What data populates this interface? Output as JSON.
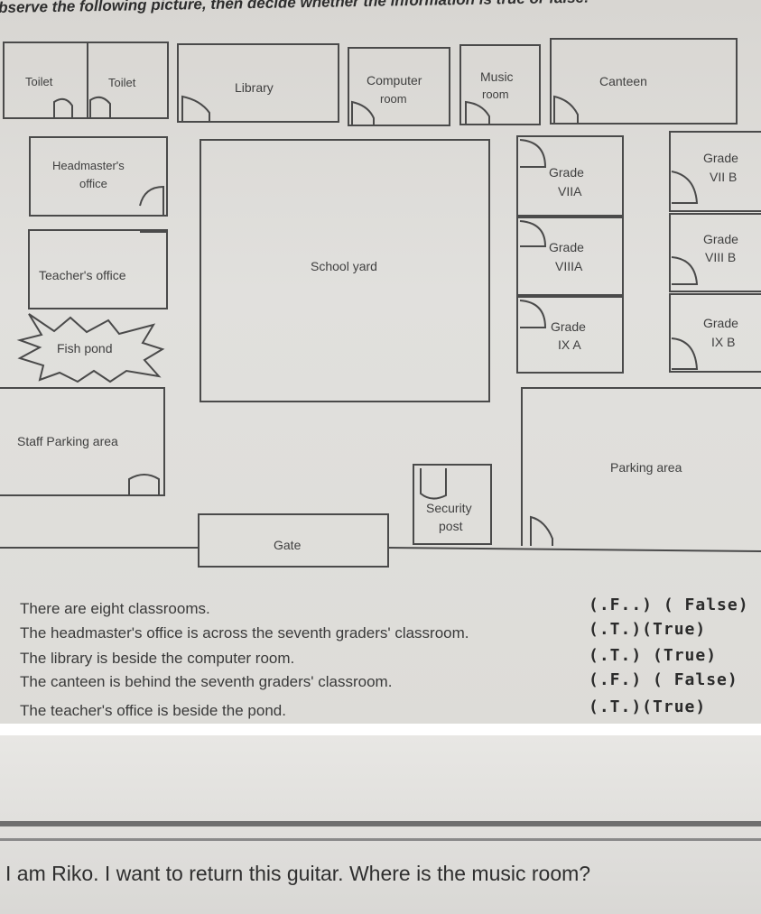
{
  "instruction": "bserve the following picture, then decide whether the information is true or false!",
  "map": {
    "toilet_1": "Toilet",
    "toilet_2": "Toilet",
    "library": "Library",
    "computer_room": "Computer room",
    "computer_room_l1": "Computer",
    "computer_room_l2": "room",
    "music_room_l1": "Music",
    "music_room_l2": "room",
    "canteen": "Canteen",
    "headmaster_l1": "Headmaster's",
    "headmaster_l2": "office",
    "teacher_office": "Teacher's office",
    "fish_pond": "Fish pond",
    "school_yard": "School yard",
    "grade_word": "Grade",
    "grade_viia": "VIIA",
    "grade_viib": "VII B",
    "grade_viiia": "VIIIA",
    "grade_viiib": "VIII B",
    "grade_ixa": "IX A",
    "grade_ixb": "IX B",
    "staff_parking": "Staff Parking area",
    "parking_area": "Parking area",
    "security_l1": "Security",
    "security_l2": "post",
    "gate": "Gate"
  },
  "statements": [
    {
      "text": "There are eight classrooms.",
      "answer": "(.F..) ( False)"
    },
    {
      "text": "The headmaster's office is across the seventh graders' classroom.",
      "answer": "(.T.)(True)"
    },
    {
      "text": "The library is beside the computer room.",
      "answer": "(.T.) (True)"
    },
    {
      "text": "The canteen is behind the seventh graders' classroom.",
      "answer": "(.F.) ( False)"
    },
    {
      "text": "The teacher's office is beside the pond.",
      "answer": "(.T.)(True)"
    }
  ],
  "riko_text": "I am Riko. I want to return this guitar. Where is the music room?"
}
